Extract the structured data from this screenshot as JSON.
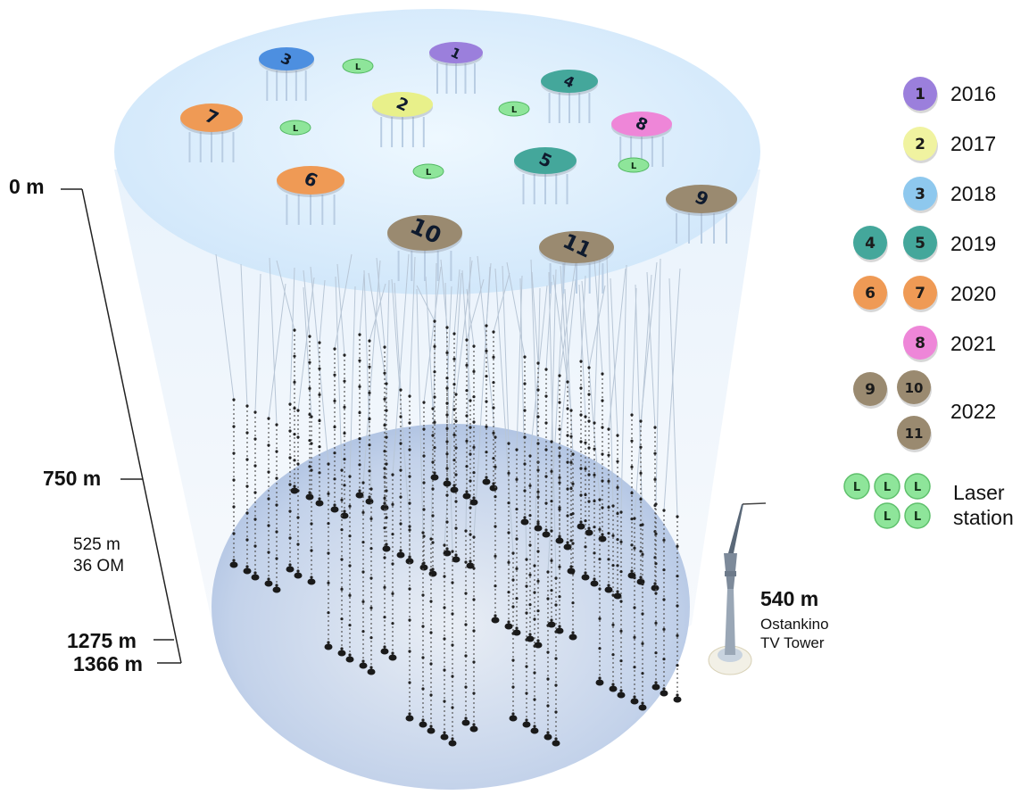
{
  "depth_scale": {
    "surface": "0 m",
    "top_of_strings": "750 m",
    "string_length": "525 m",
    "modules_per_string": "36 OM",
    "bottom_of_strings": "1275 m",
    "lake_bottom": "1366 m"
  },
  "clusters": [
    {
      "id": "1",
      "year": "2016",
      "color": "#9b7fdc"
    },
    {
      "id": "2",
      "year": "2017",
      "color": "#e8f08a"
    },
    {
      "id": "3",
      "year": "2018",
      "color": "#4d8fe0"
    },
    {
      "id": "4",
      "year": "2019",
      "color": "#44a79b"
    },
    {
      "id": "5",
      "year": "2019",
      "color": "#44a79b"
    },
    {
      "id": "6",
      "year": "2020",
      "color": "#ef9a55"
    },
    {
      "id": "7",
      "year": "2020",
      "color": "#ef9a55"
    },
    {
      "id": "8",
      "year": "2021",
      "color": "#ee86d8"
    },
    {
      "id": "9",
      "year": "2022",
      "color": "#9a8a70"
    },
    {
      "id": "10",
      "year": "2022",
      "color": "#9a8a70"
    },
    {
      "id": "11",
      "year": "2022",
      "color": "#9a8a70"
    }
  ],
  "legend": {
    "years": [
      "2016",
      "2017",
      "2018",
      "2019",
      "2020",
      "2021",
      "2022"
    ],
    "legend_colors": {
      "1": "#9b7fdc",
      "2": "#f0f3a0",
      "3": "#8ec8ee",
      "4": "#44a79b",
      "5": "#44a79b",
      "6": "#ef9a55",
      "7": "#ef9a55",
      "8": "#ee86d8",
      "9": "#9a8a70",
      "10": "#9a8a70",
      "11": "#9a8a70"
    },
    "laser_glyph": "L",
    "laser_count": 5,
    "laser_color": "#8ee59a",
    "laser_label_line1": "Laser",
    "laser_label_line2": "station"
  },
  "tower": {
    "height": "540 m",
    "name_line1": "Ostankino",
    "name_line2": "TV Tower"
  },
  "colors": {
    "surface_disk": "#dcefff",
    "lake_bottom_disk": "#b9cbe6",
    "string_line": "#555555",
    "cluster_number": "#0f1b2e"
  }
}
